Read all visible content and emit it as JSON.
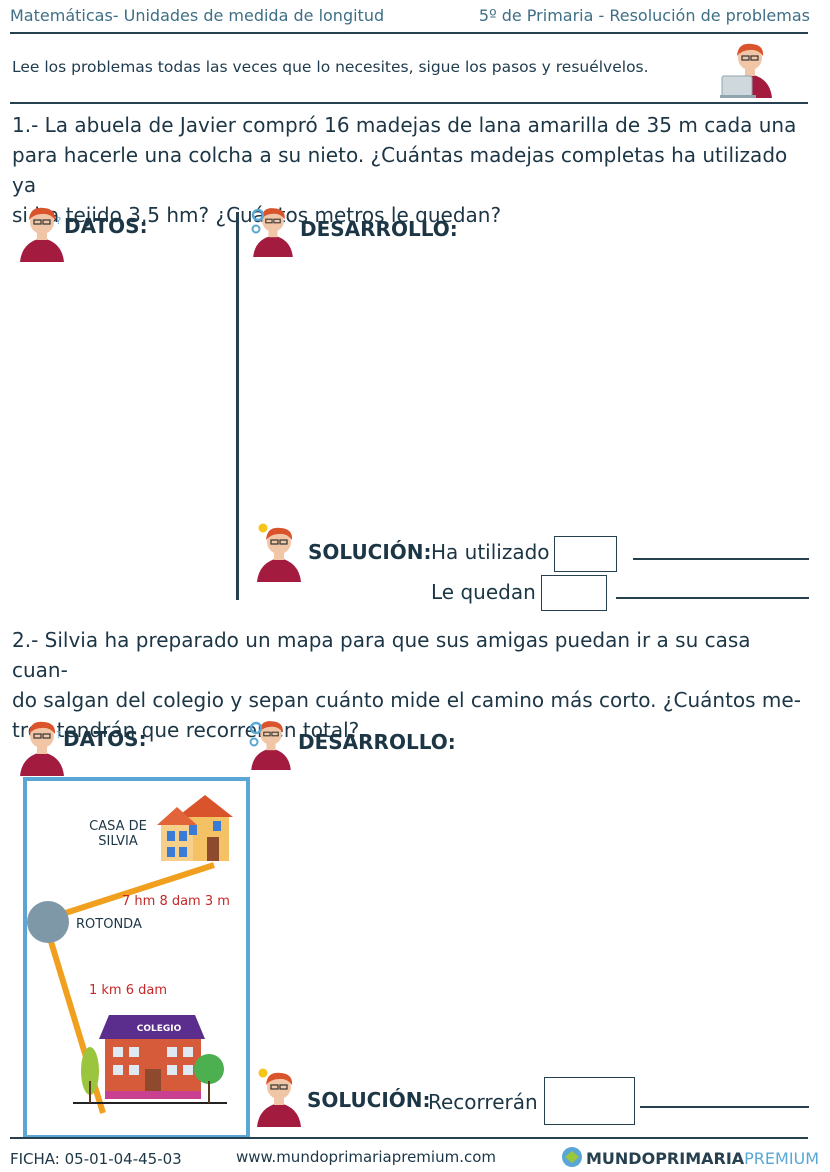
{
  "header": {
    "left": "Matemáticas- Unidades de medida de longitud",
    "right": "5º de Primaria - Resolución de problemas"
  },
  "instructions": "Lee los problemas todas las veces que lo necesites, sigue los pasos y resuélvelos.",
  "problem1": {
    "lines": [
      "1.- La abuela de Javier compró 16 madejas de lana amarilla de 35 m cada una",
      "para hacerle una colcha a su nieto. ¿Cuántas madejas completas ha utilizado ya",
      "si ha tejido 3,5 hm? ¿Cuántos metros le quedan?"
    ],
    "datos_label": "DATOS:",
    "desarrollo_label": "DESARROLLO:",
    "solucion_label": "SOLUCIÓN:",
    "answer1_label": "Ha utilizado",
    "answer2_label": "Le quedan"
  },
  "problem2": {
    "lines": [
      "2.- Silvia ha preparado un mapa para que sus amigas puedan ir a su casa cuan-",
      "do salgan del colegio y sepan cuánto mide el camino más corto. ¿Cuántos me-",
      "tros tendrán que recorrer en total?"
    ],
    "datos_label": "DATOS:",
    "desarrollo_label": "DESARROLLO:",
    "solucion_label": "SOLUCIÓN:",
    "answer_label": "Recorrerán",
    "map": {
      "house_label_line1": "CASA DE",
      "house_label_line2": "SILVIA",
      "roundabout_label": "ROTONDA",
      "school_sign": "COLEGIO",
      "segment_house_roundabout": "7 hm 8 dam 3 m",
      "segment_roundabout_school": "1 km 6 dam",
      "colors": {
        "frame": "#5aa7d6",
        "path": "#f0a01e",
        "roundabout": "#7f98a8",
        "measure": "#c62828"
      }
    }
  },
  "footer": {
    "ficha": "FICHA:  05-01-04-45-03",
    "website": "www.mundoprimariapremium.com",
    "logo_part1": "MUNDOPRIMARIA",
    "logo_part2": "PREMIUM"
  }
}
